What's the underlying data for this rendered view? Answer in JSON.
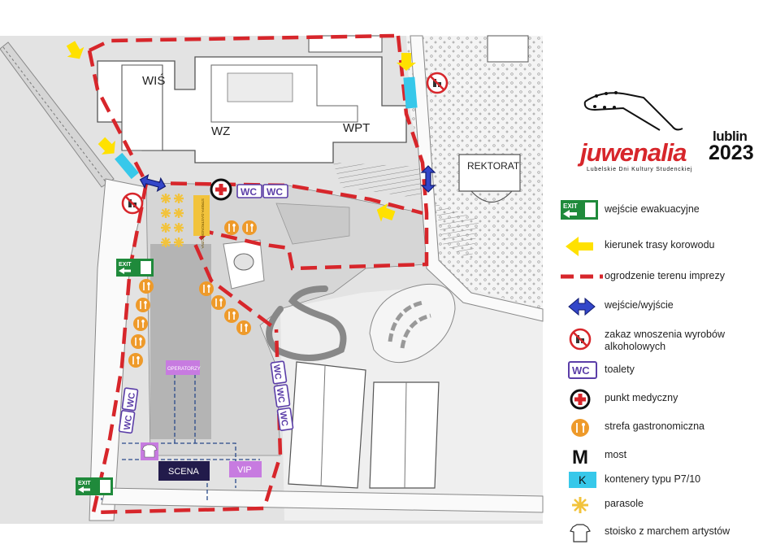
{
  "logo": {
    "city": "lublin",
    "name": "juwenalia",
    "year": "2023",
    "tagline": "Lubelskie Dni Kultury Studenckiej"
  },
  "map": {
    "buildings": {
      "wis": "WIŚ",
      "wz": "WZ",
      "wpt": "WPT",
      "rektorat": "REKTORAT"
    },
    "wc_label": "WC",
    "exit_label": "EXIT",
    "stage_label": "SCENA",
    "vip_label": "VIP",
    "operators_label": "OPERATORZY",
    "tent_label": "STREFA GASTRONOMICZNA"
  },
  "legend": {
    "items": [
      {
        "icon": "exit-sign-icon",
        "label": "wejście ewakuacyjne"
      },
      {
        "icon": "yellow-arrow-icon",
        "label": "kierunek trasy korowodu"
      },
      {
        "icon": "red-dashed-line-icon",
        "label": "ogrodzenie terenu imprezy"
      },
      {
        "icon": "blue-double-arrow-icon",
        "label": "wejście/wyjście"
      },
      {
        "icon": "no-alcohol-icon",
        "label": "zakaz wnoszenia wyrobów alkoholowych"
      },
      {
        "icon": "wc-icon",
        "label": "toalety"
      },
      {
        "icon": "medical-cross-icon",
        "label": "punkt medyczny"
      },
      {
        "icon": "food-icon",
        "label": "strefa gastronomiczna"
      },
      {
        "icon": "bridge-letter-icon",
        "label": "most",
        "glyph": "M"
      },
      {
        "icon": "container-icon",
        "label": "kontenery typu P7/10",
        "glyph": "K"
      },
      {
        "icon": "parasol-icon",
        "label": "parasole"
      },
      {
        "icon": "tshirt-icon",
        "label": "stoisko z marchem artystów"
      }
    ]
  },
  "colors": {
    "fence": "#d7262b",
    "arrow": "#ffe100",
    "wc": "#5b3ea8",
    "exit": "#1f8a3b",
    "food": "#ee9a2a",
    "stage": "#221b4b",
    "vip": "#c77be0",
    "container": "#37c8ea",
    "access": "#3346c9"
  }
}
